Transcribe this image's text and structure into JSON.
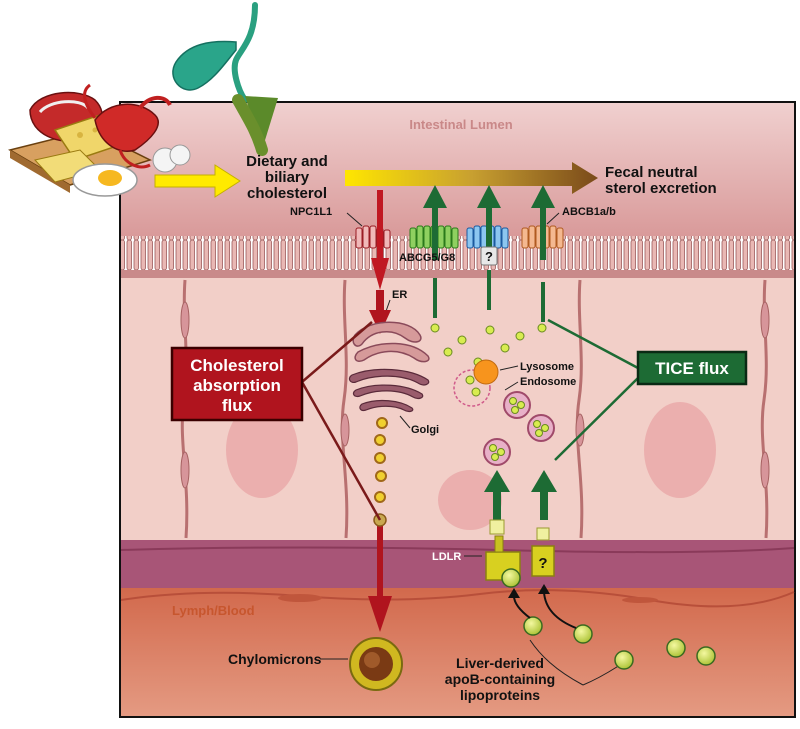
{
  "labels": {
    "intestinal_lumen": "Intestinal Lumen",
    "dietary_line1": "Dietary and",
    "dietary_line2": "biliary",
    "dietary_line3": "cholesterol",
    "fecal_line1": "Fecal neutral",
    "fecal_line2": "sterol excretion",
    "npc1l1": "NPC1L1",
    "abcg5g8": "ABCG5/G8",
    "question": "?",
    "abcb1ab": "ABCB1a/b",
    "er": "ER",
    "golgi": "Golgi",
    "lysosome": "Lysosome",
    "endosome": "Endosome",
    "cholesterol_line1": "Cholesterol",
    "cholesterol_line2": "absorption",
    "cholesterol_line3": "flux",
    "tice_flux": "TICE flux",
    "ldlr": "LDLR",
    "receptor_question": "?",
    "lymph_blood": "Lymph/Blood",
    "chylomicrons": "Chylomicrons",
    "liver_line1": "Liver-derived",
    "liver_line2": "apoB-containing",
    "liver_line3": "lipoproteins"
  },
  "colors": {
    "lumen": "#e3b3b3",
    "cell": "#f2cfc8",
    "nucleus": "#eaa9a9",
    "basement": "#a85577",
    "blood": "#d8694a",
    "absorption_red": "#b0141e",
    "tice_green": "#1d6b34"
  }
}
